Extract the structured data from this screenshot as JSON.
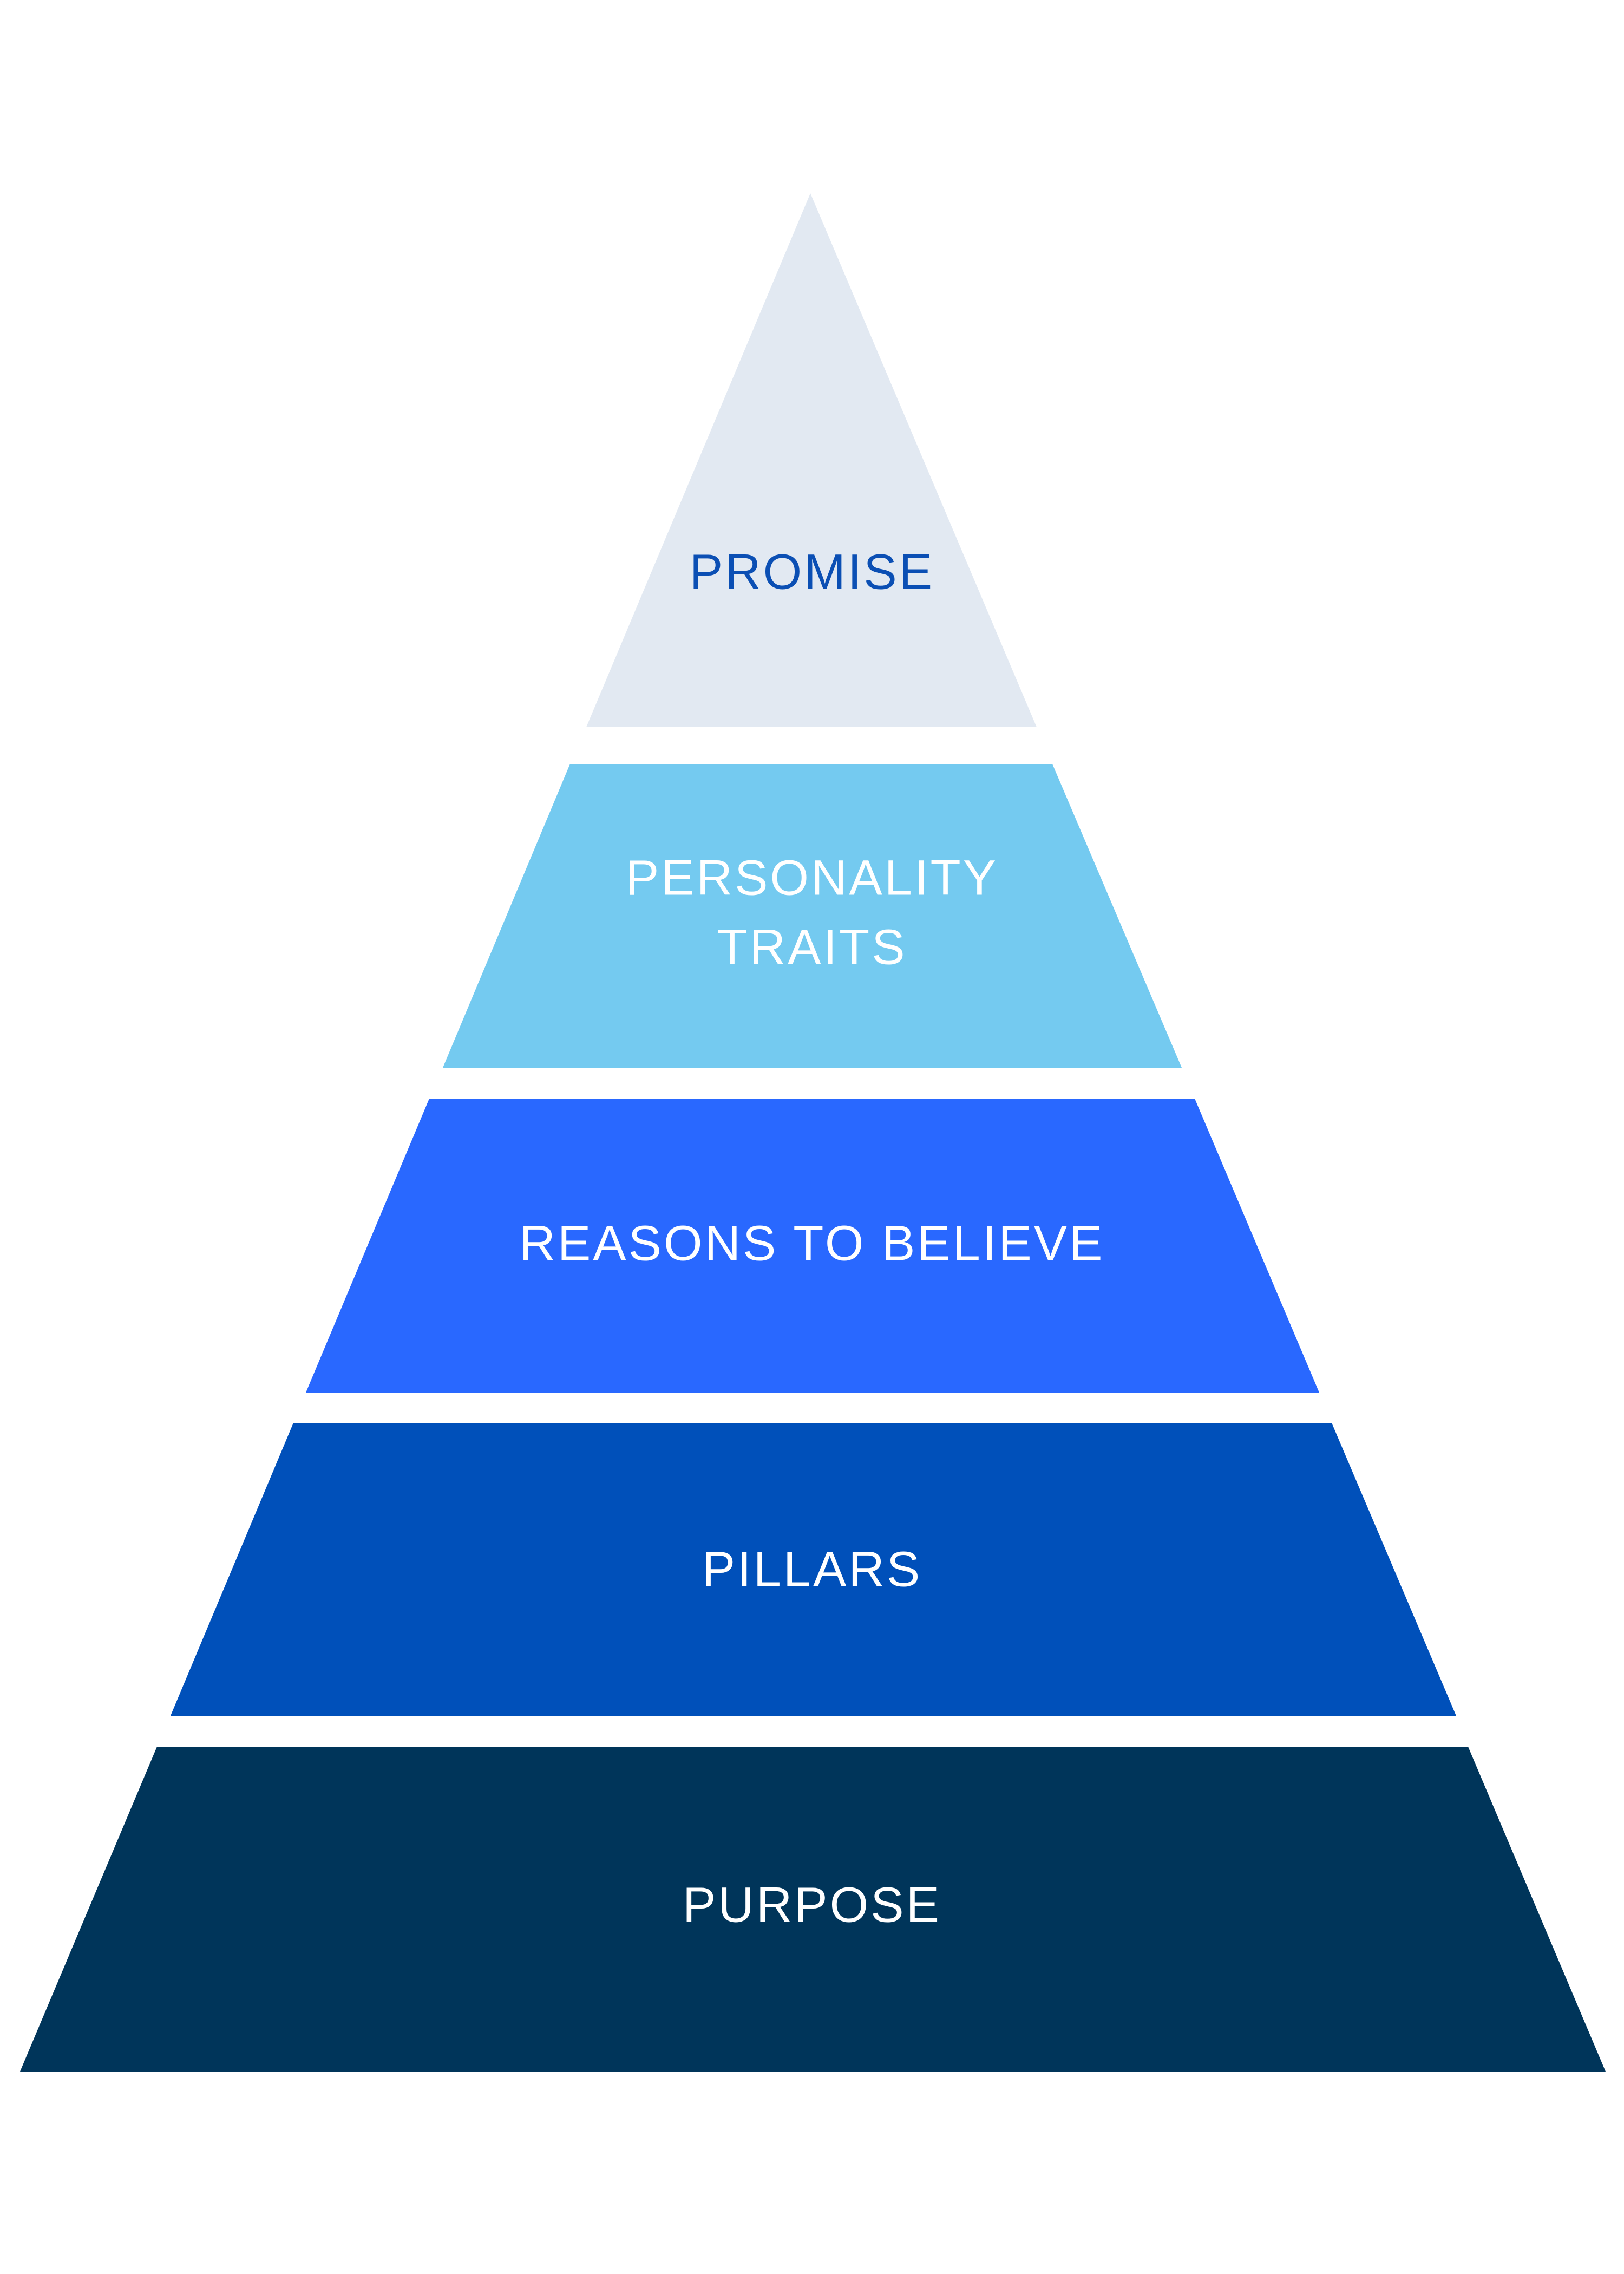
{
  "diagram": {
    "type": "pyramid",
    "tiers": [
      {
        "id": "promise",
        "lines": [
          "PROMISE"
        ],
        "fill": "#E2E9F2",
        "text_color": "#0B4FB4"
      },
      {
        "id": "personality-traits",
        "lines": [
          "PERSONALITY",
          "TRAITS"
        ],
        "fill": "#74CAF0",
        "text_color": "#FFFFFF"
      },
      {
        "id": "reasons-to-believe",
        "lines": [
          "REASONS TO BELIEVE"
        ],
        "fill": "#2968FF",
        "text_color": "#FFFFFF"
      },
      {
        "id": "pillars",
        "lines": [
          "PILLARS"
        ],
        "fill": "#0050BA",
        "text_color": "#FFFFFF"
      },
      {
        "id": "purpose",
        "lines": [
          "PURPOSE"
        ],
        "fill": "#00355A",
        "text_color": "#FFFFFF"
      }
    ]
  }
}
